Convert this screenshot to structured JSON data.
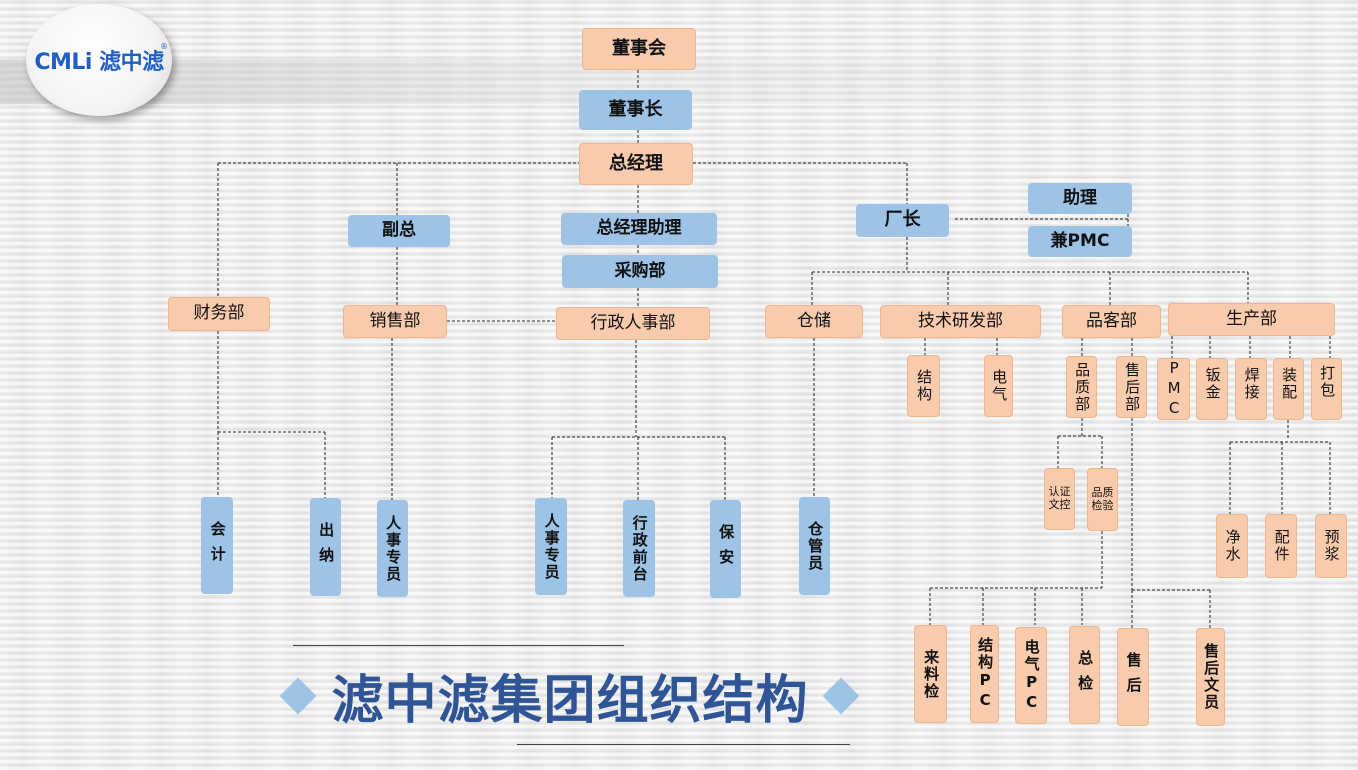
{
  "logo": {
    "text": "CMLi 滤中滤",
    "mark": "®"
  },
  "title": "滤中滤集团组织结构",
  "nodes": {
    "board": "董事会",
    "chairman": "董事长",
    "gm": "总经理",
    "vp": "副总",
    "gm_assistant": "总经理助理",
    "purchasing": "采购部",
    "factory_director": "厂长",
    "assistant": "助理",
    "pmc_concurrent": "兼PMC",
    "finance": "财务部",
    "sales": "销售部",
    "admin_hr": "行政人事部",
    "warehouse": "仓储",
    "rnd": "技术研发部",
    "quality_customer": "品客部",
    "production": "生产部",
    "structure": "结构",
    "electrical": "电气",
    "quality_dept": "品质部",
    "after_sales_dept": "售后部",
    "pmc": "PMC",
    "sheet_metal": "钣金",
    "welding": "焊接",
    "assembly": "装配",
    "packing": "打包",
    "certification": "认证文控",
    "quality_inspection": "品质检验",
    "purified_water": "净水",
    "parts": "配件",
    "pre_slurry": "预浆",
    "accountant": "会计",
    "cashier": "出纳",
    "hr_specialist_1": "人事专员",
    "hr_specialist_2": "人事专员",
    "admin_reception": "行政前台",
    "security": "保安",
    "warehouse_keeper": "仓管员",
    "incoming_inspection": "来料检",
    "structure_pc": "结构PC",
    "electrical_pc": "电气PC",
    "final_inspection": "总检",
    "after_sales": "售后",
    "after_sales_clerk": "售后文员"
  },
  "colors": {
    "blue_box": "#9dc3e6",
    "peach_box": "#f8cbad",
    "title": "#2f5597",
    "logo": "#1f5fc4"
  }
}
